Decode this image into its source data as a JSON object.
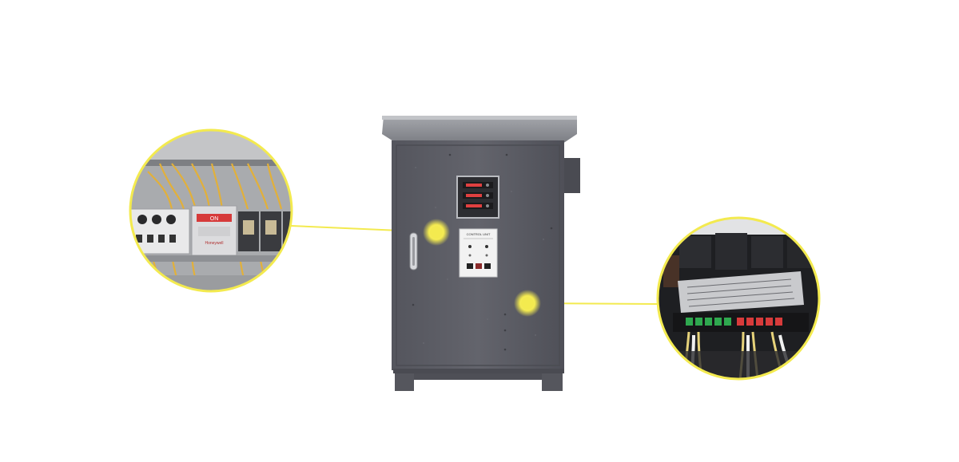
{
  "scene": {
    "background": "#ffffff",
    "accent": "#f3ea4f",
    "cabinet_color": "#5f6068",
    "roof_color": "#8f9196"
  },
  "left_callout": {
    "relay_label": "ON",
    "relay_sub": "Honeywell"
  },
  "cabinet_panel": {
    "label_title": "CONTROL UNIT"
  }
}
